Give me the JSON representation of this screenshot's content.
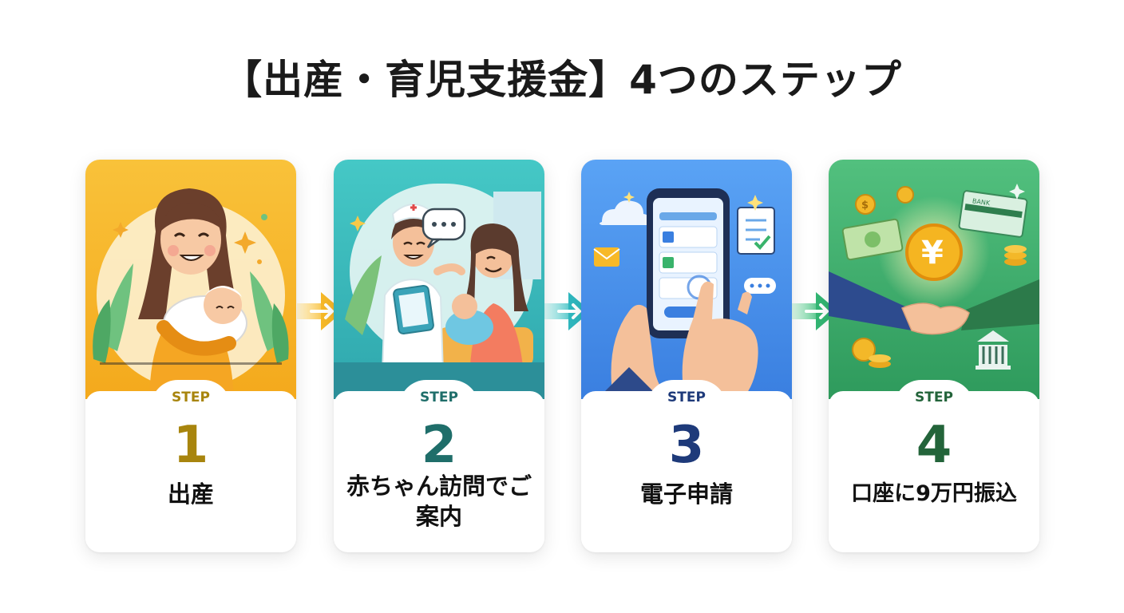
{
  "title": "【出産・育児支援金】4つのステップ",
  "steps": [
    {
      "label": "STEP",
      "number": "1",
      "text": "出産",
      "color": "#a8850e",
      "bg": "#f7b928"
    },
    {
      "label": "STEP",
      "number": "2",
      "text": "赤ちゃん訪問でご案内",
      "color": "#1f6e6a",
      "bg": "#3fc3c2"
    },
    {
      "label": "STEP",
      "number": "3",
      "text": "電子申請",
      "color": "#1e3a7a",
      "bg": "#3f8df0"
    },
    {
      "label": "STEP",
      "number": "4",
      "text": "口座に9万円振込",
      "color": "#23643a",
      "bg": "#3fb872"
    }
  ],
  "icons": [
    "mother-baby-illustration",
    "nurse-visit-illustration",
    "smartphone-application-illustration",
    "yen-payment-illustration"
  ],
  "bank_sign": "BANK",
  "yen_symbol": "¥",
  "coin_symbol": "$"
}
